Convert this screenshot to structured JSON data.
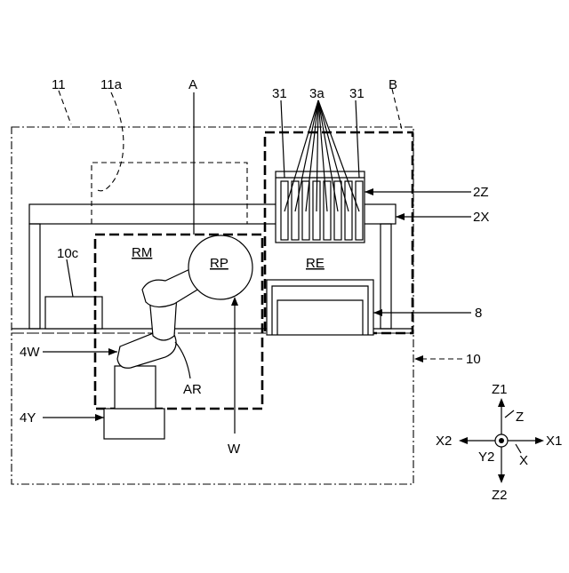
{
  "labels": {
    "l11": "11",
    "l11a": "11a",
    "lA": "A",
    "l31a": "31",
    "l3a": "3a",
    "l31b": "31",
    "lB": "B",
    "l2Z": "2Z",
    "l2X": "2X",
    "l10c": "10c",
    "lRM": "RM",
    "lRP": "RP",
    "lRE": "RE",
    "l8": "8",
    "l4W": "4W",
    "l10": "10",
    "lAR": "AR",
    "l4Y": "4Y",
    "lW": "W"
  },
  "axes": {
    "z1": "Z1",
    "z": "Z",
    "x2": "X2",
    "x1": "X1",
    "y2": "Y2",
    "x": "X",
    "z2": "Z2"
  }
}
